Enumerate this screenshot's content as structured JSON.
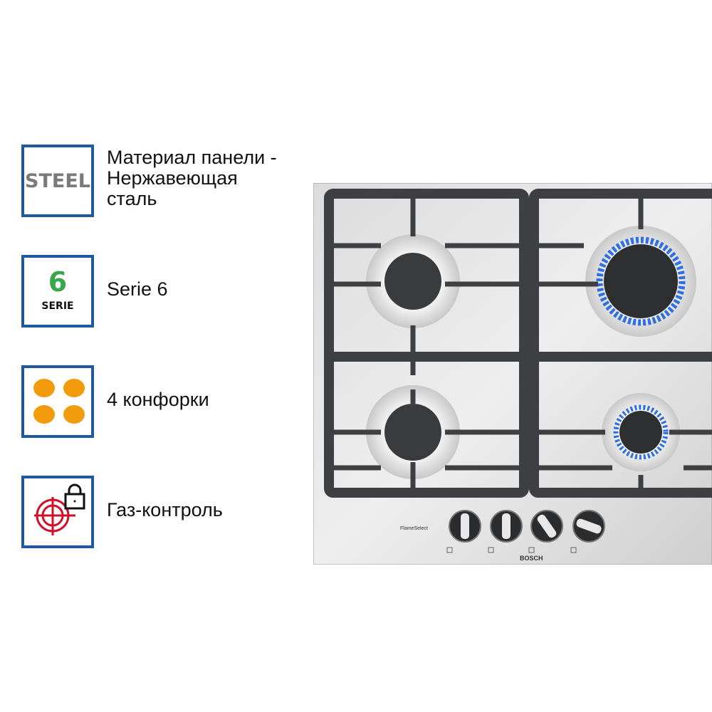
{
  "features": [
    {
      "icon": "steel-icon",
      "icon_text": "STEEL",
      "label_lines": [
        "Материал панели -",
        "Нержавеющая",
        "сталь"
      ]
    },
    {
      "icon": "serie-6-icon",
      "icon_number": "6",
      "icon_text": "SERIE",
      "label": "Serie 6"
    },
    {
      "icon": "four-burners-icon",
      "label": "4 конфорки"
    },
    {
      "icon": "gas-control-lock-icon",
      "label": "Газ-контроль"
    }
  ],
  "hob": {
    "brand": "BOSCH",
    "feature_logo": "FlameSelect",
    "knob_count": 4
  },
  "colors": {
    "frame": "#1f5aa0",
    "orange": "#f29b0c",
    "green": "#3aa84a",
    "red": "#d0102a",
    "flame": "#2f6fe0"
  }
}
